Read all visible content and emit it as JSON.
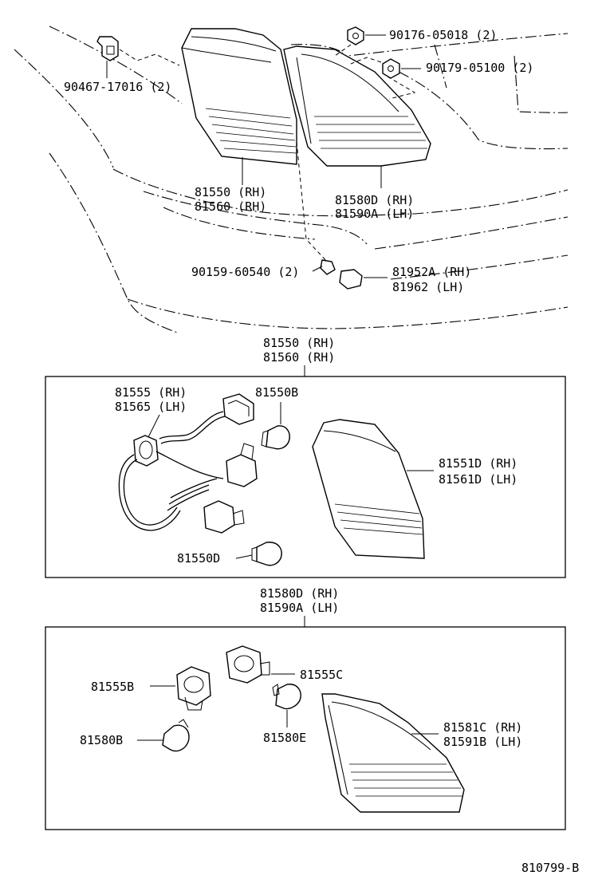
{
  "labels": {
    "clip": "90467-17016 (2)",
    "nut1": "90176-05018 (2)",
    "nut2": "90179-05100 (2)",
    "rear_lamp_l1": "81550 (RH)",
    "rear_lamp_l2": "81560 (RH)",
    "back_lamp_l1": "81580D (RH)",
    "back_lamp_l2": "81590A (LH)",
    "screw": "90159-60540 (2)",
    "cover_l1": "81952A (RH)",
    "cover_l2": "81962  (LH)",
    "sec1_title_l1": "81550 (RH)",
    "sec1_title_l2": "81560 (RH)",
    "socket1_l1": "81555 (RH)",
    "socket1_l2": "81565 (LH)",
    "bulb_b": "81550B",
    "lens1_l1": "81551D (RH)",
    "lens1_l2": "81561D (LH)",
    "bulb_d": "81550D",
    "sec2_title_l1": "81580D (RH)",
    "sec2_title_l2": "81590A (LH)",
    "socket_b": "81555B",
    "socket_c": "81555C",
    "bulb_80b": "81580B",
    "bulb_80e": "81580E",
    "lens2_l1": "81581C (RH)",
    "lens2_l2": "81591B (LH)",
    "figure_code": "810799-B"
  }
}
